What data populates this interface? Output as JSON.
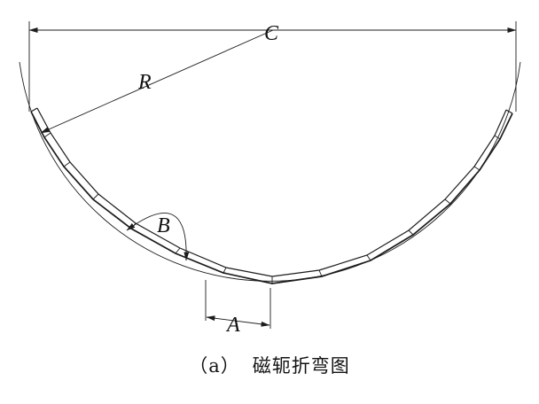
{
  "labels": {
    "chord": "C",
    "radius": "R",
    "bend_angle": "B",
    "segment_length": "A"
  },
  "caption": {
    "part_label": "（a）",
    "title": "磁轭折弯图"
  }
}
